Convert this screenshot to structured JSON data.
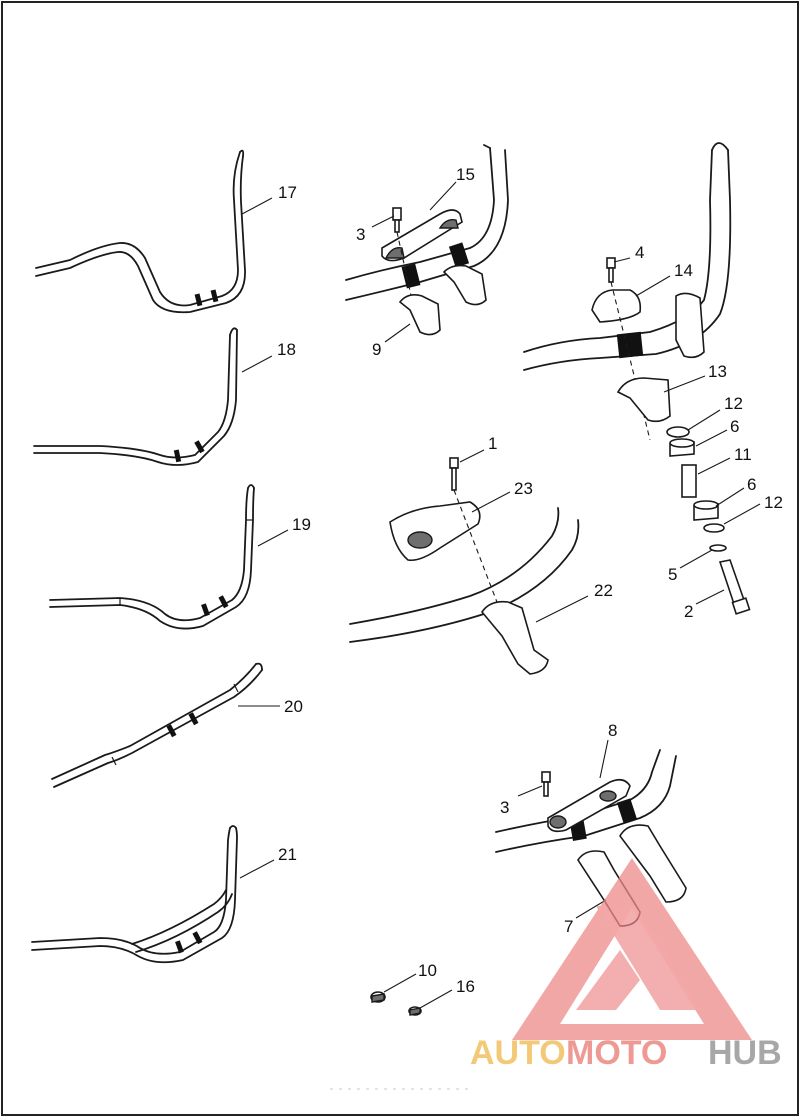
{
  "labels": {
    "p1": "1",
    "p2": "2",
    "p3a": "3",
    "p3b": "3",
    "p4": "4",
    "p5": "5",
    "p6a": "6",
    "p6b": "6",
    "p7": "7",
    "p8": "8",
    "p9": "9",
    "p10": "10",
    "p11": "11",
    "p12a": "12",
    "p12b": "12",
    "p13": "13",
    "p14": "14",
    "p15": "15",
    "p16": "16",
    "p17": "17",
    "p18": "18",
    "p19": "19",
    "p20": "20",
    "p21": "21",
    "p22": "22",
    "p23": "23"
  },
  "watermark": {
    "part1": "AUTO",
    "part2": "MOTO",
    "part3": "HUB",
    "colors": {
      "auto": "#f0b84a",
      "moto": "#e9786f",
      "hub": "#8a8a8a",
      "triangle": "#ee8a8a"
    }
  }
}
